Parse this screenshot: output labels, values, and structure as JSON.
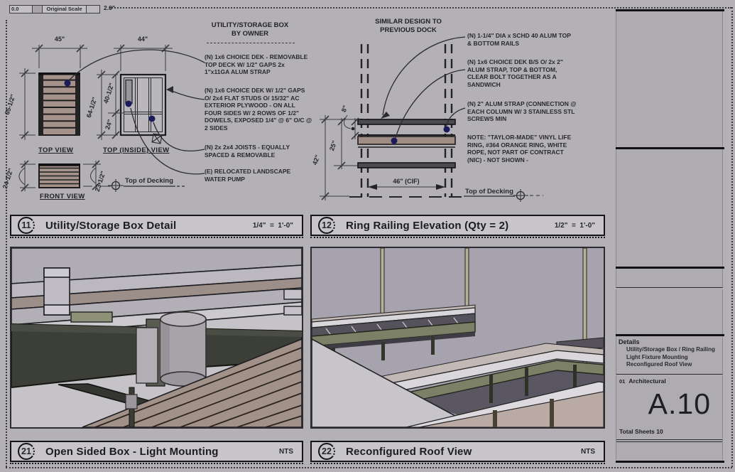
{
  "scalebar": {
    "zero": "0.0",
    "label": "Original Scale",
    "end": "2.0\""
  },
  "panels": [
    {
      "id": "11",
      "title": "Utility/Storage Box Detail",
      "scale": "1/4\"  =  1'-0\""
    },
    {
      "id": "12",
      "title": "Ring Railing Elevation  (Qty = 2)",
      "scale": "1/2\"  =  1'-0\""
    },
    {
      "id": "21",
      "title": "Open Sided Box - Light Mounting",
      "scale": "NTS"
    },
    {
      "id": "22",
      "title": "Reconfigured Roof View",
      "scale": "NTS"
    }
  ],
  "detail11": {
    "header1": "UTILITY/STORAGE BOX",
    "header2": "BY OWNER",
    "labels": {
      "top_view": "TOP VIEW",
      "top_inside_view": "TOP (INSIDE) VIEW",
      "front_view": "FRONT VIEW",
      "top_of_decking": "Top of Decking"
    },
    "dims": {
      "top_w": "45\"",
      "top_h": "65-1/2\"",
      "inside_w": "44\"",
      "inside_h": "64-1/2\"",
      "inside_upper": "40-1/2\"",
      "inside_lower": "24\"",
      "front_left": "24-1/2\"",
      "front_right": "23-1/2\""
    },
    "callouts": [
      "(N) 1x6 CHOICE DEK - REMOVABLE TOP DECK W/ 1/2\" GAPS 2x 1\"x11GA ALUM STRAP",
      "(N) 1x6 CHOICE DEK W/ 1/2\" GAPS O/ 2x4 FLAT STUDS O/ 15/32\" AC EXTERIOR PLYWOOD - ON ALL FOUR SIDES W/ 2 ROWS OF 1/2\" DOWELS, EXPOSED 1/4\" @ 6\" O/C @ 2 SIDES",
      "(N) 2x 2x4 JOISTS - EQUALLY SPACED & REMOVABLE",
      "(E) RELOCATED LANDSCAPE WATER PUMP"
    ]
  },
  "detail12": {
    "header1": "SIMILAR DESIGN TO",
    "header2": "PREVIOUS DOCK",
    "labels": {
      "top_of_decking": "Top of Decking"
    },
    "dims": {
      "gap": "8\"",
      "mid": "25\"",
      "overall": "42\"",
      "width": "46\" (CIF)"
    },
    "callouts": [
      "(N) 1-1/4\" DIA x SCHD 40 ALUM TOP & BOTTOM RAILS",
      "(N) 1x6 CHOICE DEK B/S O/ 2x 2\" ALUM STRAP, TOP & BOTTOM, CLEAR BOLT TOGETHER AS A SANDWICH",
      "(N) 2\" ALUM STRAP (CONNECTION @ EACH COLUMN W/ 3 STAINLESS STL SCREWS MIN"
    ],
    "note": "NOTE: \"TAYLOR-MADE\" VINYL LIFE RING, #364 ORANGE RING, WHITE ROPE, NOT PART OF CONTRACT (NIC) - NOT SHOWN -"
  },
  "titleblock": {
    "details_heading": "Details",
    "details_items": [
      "Utility/Storage Box / Ring Railing",
      "Light Fixture Mounting",
      "Reconfigured Roof View"
    ],
    "discipline_number": "01",
    "discipline_name": "Architectural",
    "sheet_number": "A.10",
    "total_sheets": "Total Sheets 10"
  },
  "colors": {
    "page_bg": "#b3b1b5",
    "titlebar_fill": "#c7c5c9",
    "plank_tan": "#a4928b",
    "navy_dot": "#1b1b5c",
    "beam_dark": "#3c3f37",
    "beam_olive": "#7b8066"
  }
}
